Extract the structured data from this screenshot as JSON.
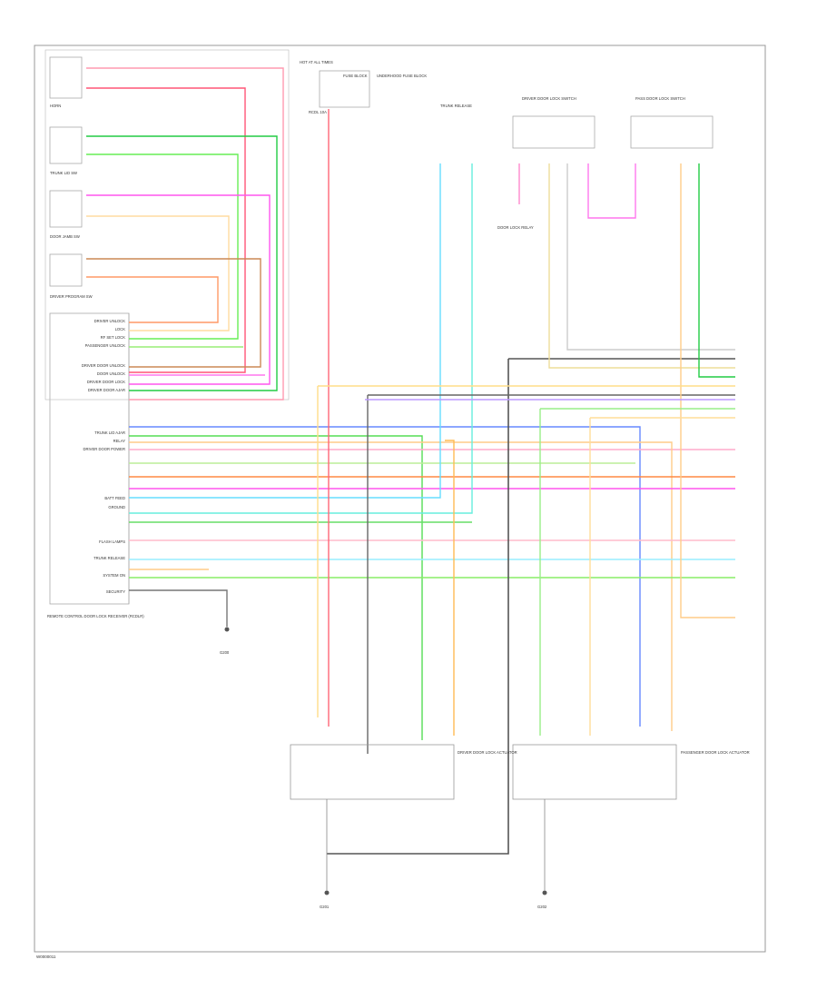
{
  "footer_id": "W0000011",
  "left_module": {
    "name": "REMOTE CONTROL DOOR LOCK RECEIVER (RCDLR)",
    "pins": [
      "DRIVER UNLOCK",
      "LOCK",
      "RF SET LOCK",
      "PASSENGER UNLOCK",
      "DRIVER DOOR UNLOCK",
      "DOOR UNLOCK",
      "DRIVER DOOR LOCK",
      "DRIVER DOOR AJAR",
      "TRUNK LID AJAR",
      "RELAY",
      "DRIVER DOOR POWER",
      "BATT FEED",
      "GROUND",
      "FLASH LAMPS",
      "TRUNK RELEASE",
      "SYSTEM ON",
      "SECURITY"
    ],
    "sub_labels": [
      "HORN",
      "TRUNK LID SW",
      "DOOR JAMB SW",
      "DRIVER PROGRAM SW"
    ]
  },
  "top_labels": {
    "hot_at_all_times": "HOT AT ALL TIMES",
    "fuse_block": "FUSE BLOCK",
    "fuse_id": "RCDL 10A",
    "underhood": "UNDERHOOD FUSE BLOCK",
    "relay_label": "TRUNK RELEASE",
    "driver_lock_sw": "DRIVER DOOR LOCK SWITCH",
    "pass_lock_sw": "PASS DOOR LOCK SWITCH",
    "center_label": "DOOR LOCK RELAY"
  },
  "bottom_actuators": {
    "driver": "DRIVER DOOR LOCK ACTUATOR",
    "passenger": "PASSENGER DOOR LOCK ACTUATOR",
    "ground_left": "G201",
    "ground_right": "G202",
    "ground_module": "G200"
  },
  "wire_colors": {
    "pink": "#ff9ab0",
    "red": "#ff3355",
    "green": "#22cc44",
    "lt_green": "#88ee66",
    "magenta": "#ff55ee",
    "purple": "#cc88ff",
    "tan": "#ffbb66",
    "yellow": "#ffe066",
    "orange": "#ff8844",
    "brown": "#cc8855",
    "cyan": "#66ddff",
    "blue": "#4466ff",
    "dark_green": "#228855",
    "black": "#555555"
  }
}
